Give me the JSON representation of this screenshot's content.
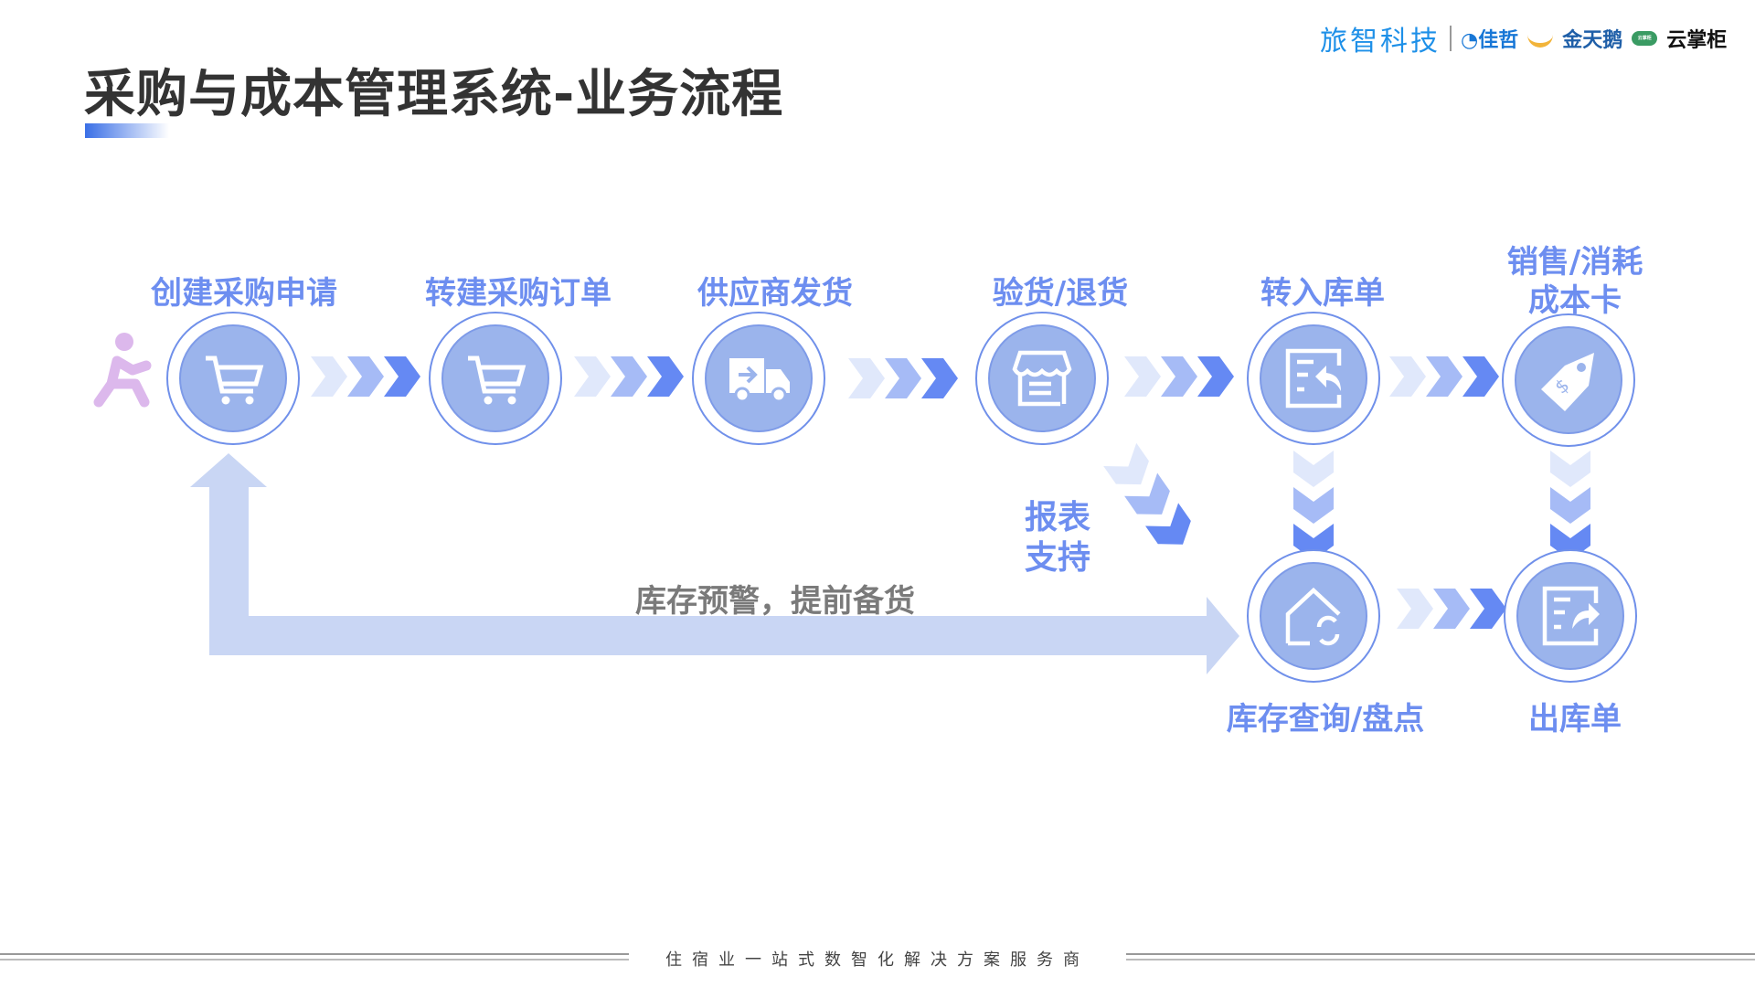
{
  "header": {
    "title": "采购与成本管理系统-业务流程"
  },
  "logos": {
    "brand": "旅智科技",
    "partner1": "佳哲",
    "partner2": "金天鹅",
    "partner3": "云掌柜",
    "partner3_badge": "云掌柜"
  },
  "steps": [
    {
      "label": "创建采购申请",
      "icon": "shopping-cart-icon"
    },
    {
      "label": "转建采购订单",
      "icon": "shopping-cart-icon"
    },
    {
      "label": "供应商发货",
      "icon": "delivery-truck-icon"
    },
    {
      "label": "验货/退货",
      "icon": "store-icon"
    },
    {
      "label": "转入库单",
      "icon": "inbound-document-icon"
    },
    {
      "label": "销售/消耗",
      "label2": "成本卡",
      "icon": "price-tag-icon"
    },
    {
      "label": "库存查询/盘点",
      "icon": "warehouse-refresh-icon"
    },
    {
      "label": "出库单",
      "icon": "outbound-document-icon"
    }
  ],
  "loop": {
    "text": "库存预警，提前备货"
  },
  "report": {
    "line1": "报表",
    "line2": "支持"
  },
  "footer": {
    "text": "住宿业一站式数智化解决方案服务商"
  },
  "colors": {
    "label": "#6d8ef0",
    "circle": "#9bb4ec",
    "chevron_light": "#e0e8fb",
    "chevron_mid": "#a6bbf6",
    "chevron_dark": "#6589f3",
    "loop_arrow": "#c9d6f4"
  }
}
